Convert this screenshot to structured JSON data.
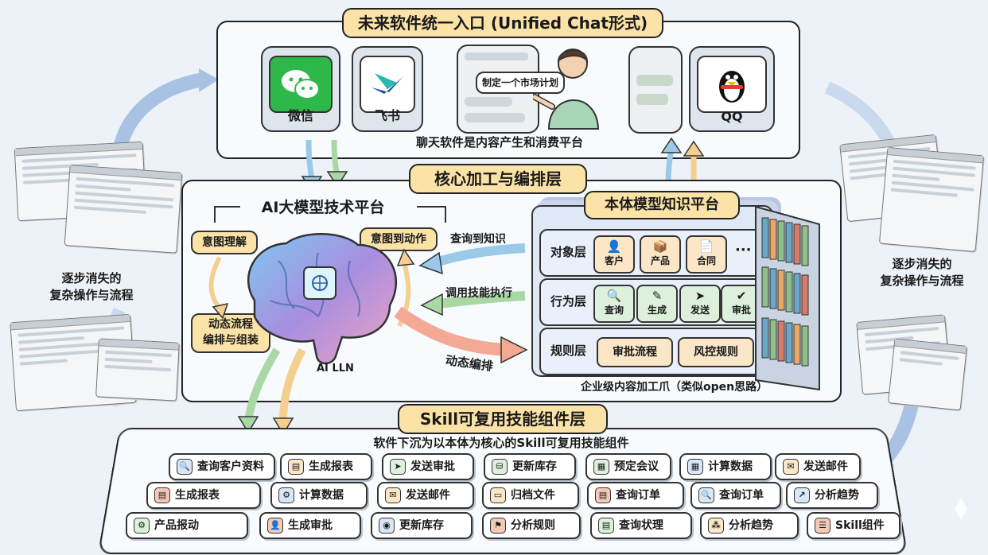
{
  "top": {
    "title": "未来软件统一入口 (Unified Chat形式)",
    "subtitle": "聊天软件是内容产生和消费平台",
    "apps": [
      {
        "label": "微信",
        "icon": "wechat-icon",
        "color": "#2fb84a"
      },
      {
        "label": "飞书",
        "icon": "feishu-icon",
        "color": "#ffffff"
      },
      {
        "label": "QQ",
        "icon": "qq-penguin-icon",
        "color": "#ffffff"
      }
    ],
    "chat_bubble": "制定一个市场计划"
  },
  "core": {
    "title": "核心加工与编排层",
    "footer": "企业级内容加工爪（类似open思路）",
    "ai": {
      "title": "AI大模型技术平台",
      "intent_understanding": "意图理解",
      "intent_to_action": "意图到动作",
      "dynamic_orchestration": "动态流程\n编排与组装",
      "brain_label": "AI LLN"
    },
    "arrows": {
      "query_knowledge": "查询到知识",
      "invoke_skill": "调用技能执行",
      "dynamic_orchestrate": "动态编排"
    },
    "ontology": {
      "title": "本体模型知识平台",
      "object_layer": {
        "name": "对象层",
        "items": [
          "客户",
          "产品",
          "合同"
        ],
        "more": "···"
      },
      "behavior_layer": {
        "name": "行为层",
        "items": [
          "查询",
          "生成",
          "发送",
          "审批"
        ]
      },
      "rule_layer": {
        "name": "规则层",
        "items": [
          "审批流程",
          "风控规则"
        ]
      }
    }
  },
  "side": {
    "left_text": "逐步消失的\n复杂操作与流程",
    "right_text": "逐步消失的\n复杂操作与流程"
  },
  "skills": {
    "title": "Skill可复用技能组件层",
    "subtitle": "软件下沉为以本体为核心的Skill可复用技能组件",
    "rows": [
      [
        "查询客户资料",
        "生成报表",
        "发送审批",
        "更新库存",
        "预定会议",
        "计算数据",
        "发送邮件"
      ],
      [
        "生成报表",
        "计算数据",
        "发送邮件",
        "归档文件",
        "查询订单",
        "查询订单",
        "分析趋势"
      ],
      [
        "产品报动",
        "生成审批",
        "更新库存",
        "分析规则",
        "查询状理",
        "分析趋势",
        "Skill组件"
      ]
    ]
  }
}
